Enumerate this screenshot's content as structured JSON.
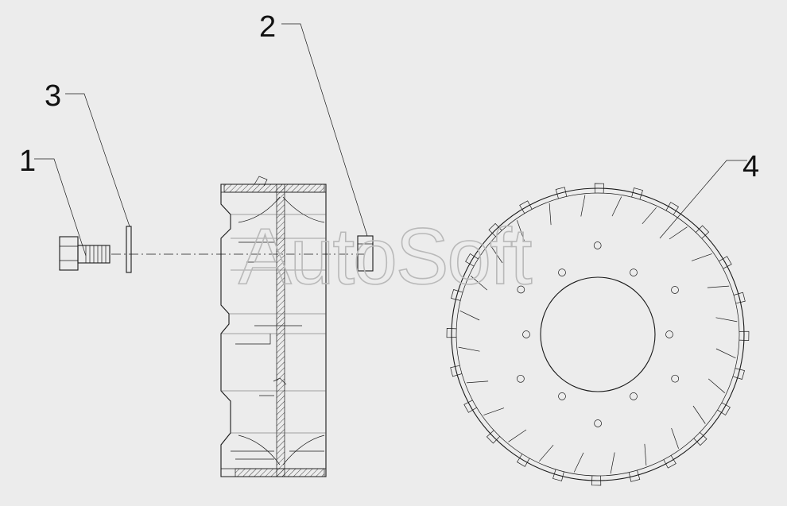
{
  "callouts": {
    "label_1": "1",
    "label_2": "2",
    "label_3": "3",
    "label_4": "4"
  },
  "watermark": "AutoSoft",
  "colors": {
    "background": "#ececec",
    "line": "#1a1a1a",
    "watermark": "#b9b9b9"
  }
}
